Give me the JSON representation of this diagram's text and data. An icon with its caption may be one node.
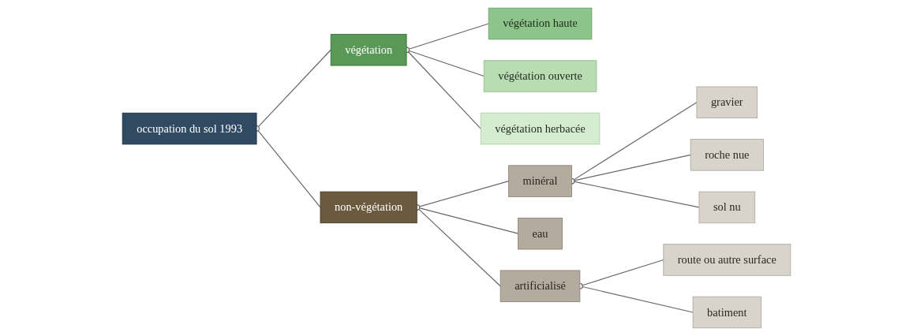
{
  "diagram": {
    "nodes": [
      {
        "text": [
          "occupation du sol 1993"
        ]
      },
      {
        "text": [
          "végétation"
        ]
      },
      {
        "text": [
          "non-végétation"
        ]
      },
      {
        "text": [
          "végétation haute"
        ]
      },
      {
        "text": [
          "végétation ouverte"
        ]
      },
      {
        "text": [
          "végétation herbacée"
        ]
      },
      {
        "text": [
          "minéral"
        ]
      },
      {
        "text": [
          "eau"
        ]
      },
      {
        "text": [
          "artificialisé"
        ]
      },
      {
        "text": [
          "gravier"
        ]
      },
      {
        "text": [
          "roche nue"
        ]
      },
      {
        "text": [
          "sol nu"
        ]
      },
      {
        "text": [
          "route ou autre surface"
        ]
      },
      {
        "text": [
          "batiment"
        ]
      }
    ],
    "edges": [
      {
        "from": 0,
        "to": 1,
        "arrow": "other"
      },
      {
        "from": 0,
        "to": 2,
        "arrow": "other"
      },
      {
        "from": 1,
        "to": 3,
        "arrow": "other"
      },
      {
        "from": 1,
        "to": 4,
        "arrow": "other"
      },
      {
        "from": 1,
        "to": 5,
        "arrow": "other"
      },
      {
        "from": 2,
        "to": 6,
        "arrow": "other"
      },
      {
        "from": 2,
        "to": 7,
        "arrow": "other"
      },
      {
        "from": 2,
        "to": 8,
        "arrow": "other"
      },
      {
        "from": 6,
        "to": 9,
        "arrow": "other"
      },
      {
        "from": 6,
        "to": 10,
        "arrow": "other"
      },
      {
        "from": 6,
        "to": 11,
        "arrow": "other"
      },
      {
        "from": 8,
        "to": 12,
        "arrow": "other"
      },
      {
        "from": 8,
        "to": 13,
        "arrow": "other"
      }
    ]
  }
}
